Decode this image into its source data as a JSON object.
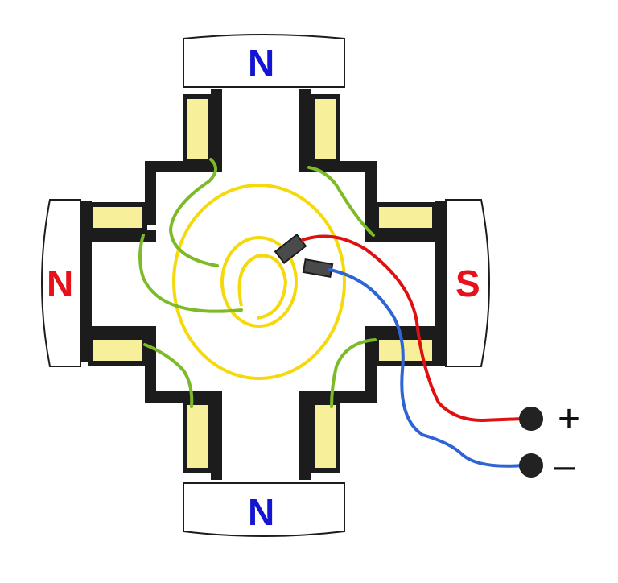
{
  "poles": {
    "top": {
      "label": "N",
      "color": "#1414d2"
    },
    "left": {
      "label": "N",
      "color": "#e8101a"
    },
    "right": {
      "label": "S",
      "color": "#e8101a"
    },
    "bottom": {
      "label": "N",
      "color": "#1414d2"
    }
  },
  "terminals": {
    "positive": {
      "label": "+"
    },
    "negative": {
      "label": "–"
    }
  },
  "colors": {
    "frame": "#1c1c1c",
    "coil_insulation": "#f8ef9a",
    "yellow_winding": "#f5d90a",
    "green_wire": "#7dba28",
    "red_wire": "#e01010",
    "blue_wire": "#2f64d6",
    "terminal": "#222222",
    "pole_face": "#ffffff",
    "contact_block": "#4a4a4a"
  }
}
